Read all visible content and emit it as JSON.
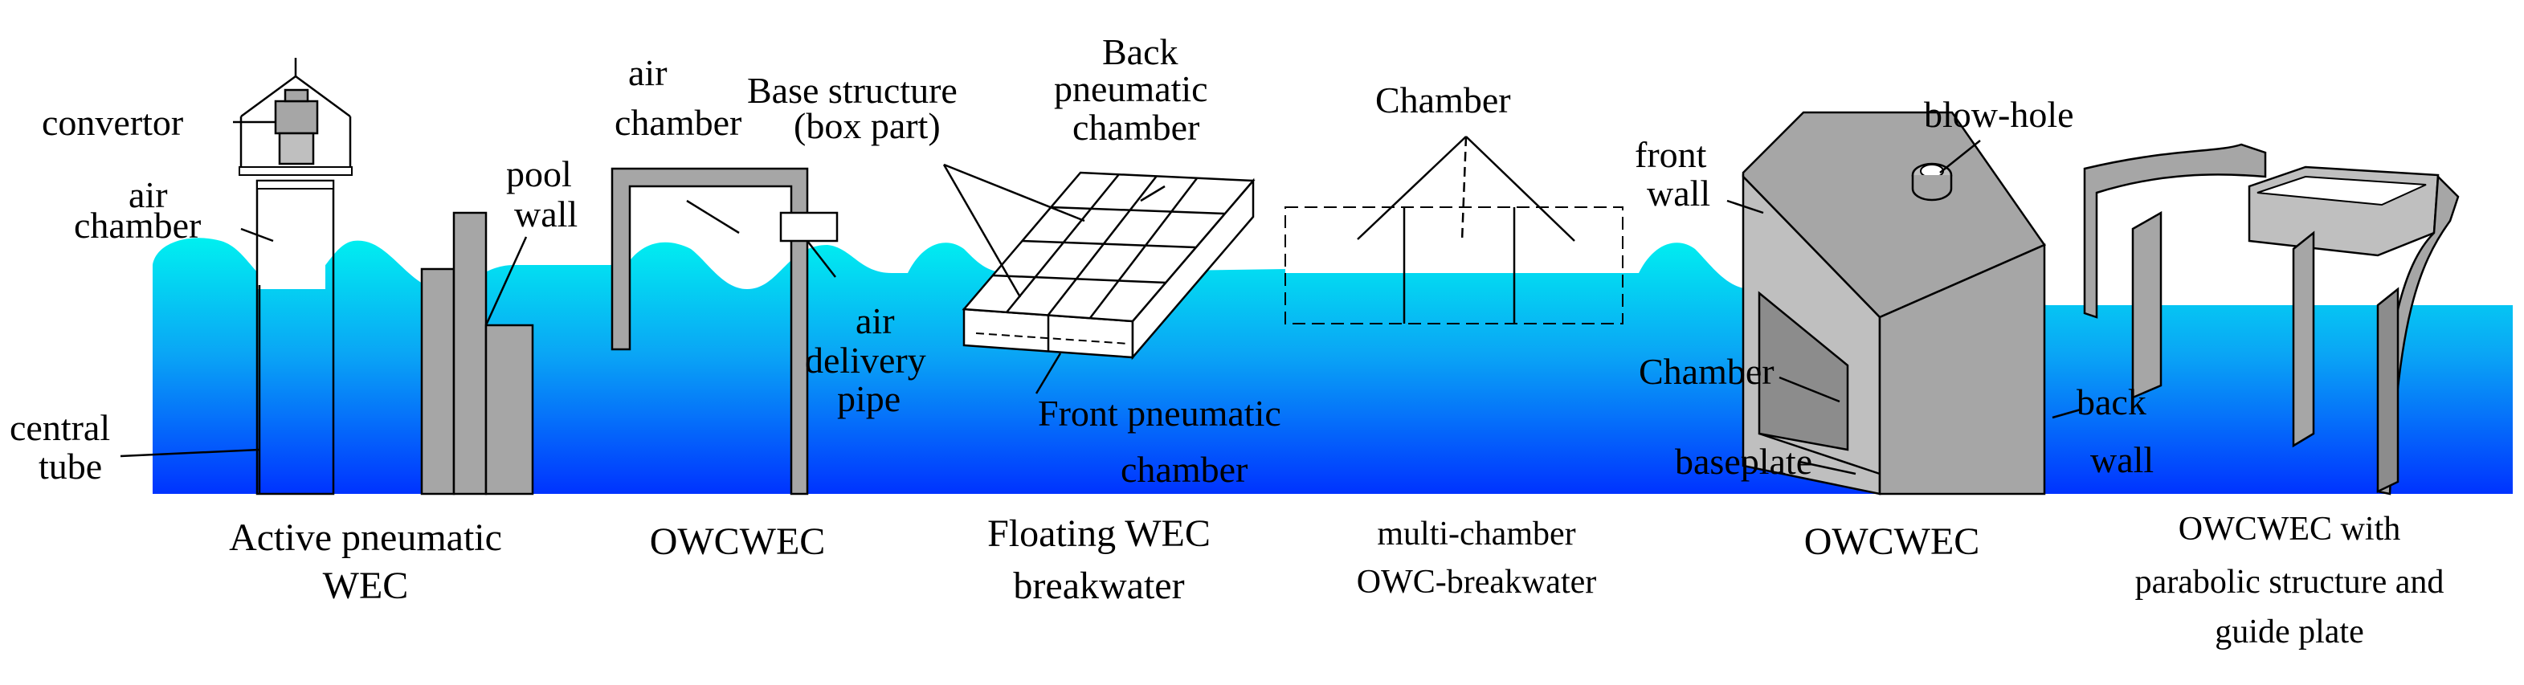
{
  "labels": {
    "convertor": "convertor",
    "air": "air",
    "chamber": "chamber",
    "central": "central",
    "tube": "tube",
    "pool": "pool",
    "wall": "wall",
    "air_b": "air",
    "chamber_b": "chamber",
    "air_c": "air",
    "delivery": "delivery",
    "pipe": "pipe",
    "base_structure": "Base structure",
    "box_part": "(box part)",
    "back": "Back",
    "pneumatic": "pneumatic",
    "chamber_c": "chamber",
    "front_pneumatic": "Front pneumatic",
    "chamber_d": "chamber",
    "chamber_mc": "Chamber",
    "front": "front",
    "wall_f": "wall",
    "blow_hole": "blow-hole",
    "chamber_o": "Chamber",
    "baseplate": "baseplate",
    "back_w": "back",
    "wall_w": "wall"
  },
  "captions": {
    "c1_l1": "Active pneumatic",
    "c1_l2": "WEC",
    "c2": "OWCWEC",
    "c3_l1": "Floating WEC",
    "c3_l2": "breakwater",
    "c4_l1": "multi-chamber",
    "c4_l2": "OWC-breakwater",
    "c5": "OWCWEC",
    "c6_l1": "OWCWEC with",
    "c6_l2": "parabolic structure and",
    "c6_l3": "guide plate"
  },
  "colors": {
    "water_top": "#00f0f0",
    "water_bottom": "#0033ff",
    "structure": "#a6a6a6"
  }
}
